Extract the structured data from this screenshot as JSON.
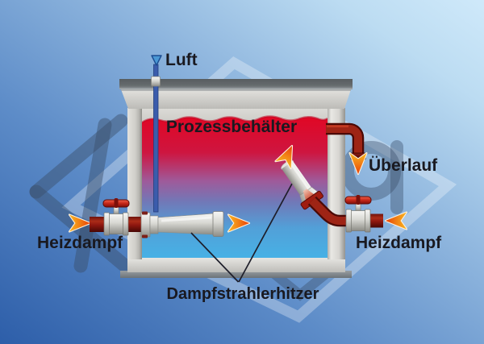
{
  "labels": {
    "air": "Luft",
    "vessel": "Prozessbehälter",
    "overflow": "Überlauf",
    "heating_steam_left": "Heizdampf",
    "heating_steam_right": "Heizdampf",
    "steam_jet_heater": "Dampfstrahlerhitzer"
  },
  "colors": {
    "background_light": "#cfe9fa",
    "background_dark": "#2d5ea9",
    "liquid_hot_red": "#e10724",
    "liquid_cold_blue": "#46b2e6",
    "steam_pipe_red": "#8e170f",
    "flow_arrow_orange": "#f07812",
    "air_pipe_blue": "#3b5cac",
    "air_arrow_blue": "#4a97d4",
    "vessel_steel_gray": "#d7d7d2",
    "label_text": "#191920"
  },
  "icons": {
    "flow_arrows": [
      {
        "name": "steam-inlet-arrow-left",
        "direction": "right"
      },
      {
        "name": "heater-outlet-arrow-left",
        "direction": "right"
      },
      {
        "name": "heater-outlet-arrow-diagonal",
        "direction": "up-right"
      },
      {
        "name": "overflow-arrow",
        "direction": "down"
      },
      {
        "name": "steam-inlet-arrow-right",
        "direction": "left"
      },
      {
        "name": "air-arrow",
        "direction": "down"
      }
    ]
  }
}
